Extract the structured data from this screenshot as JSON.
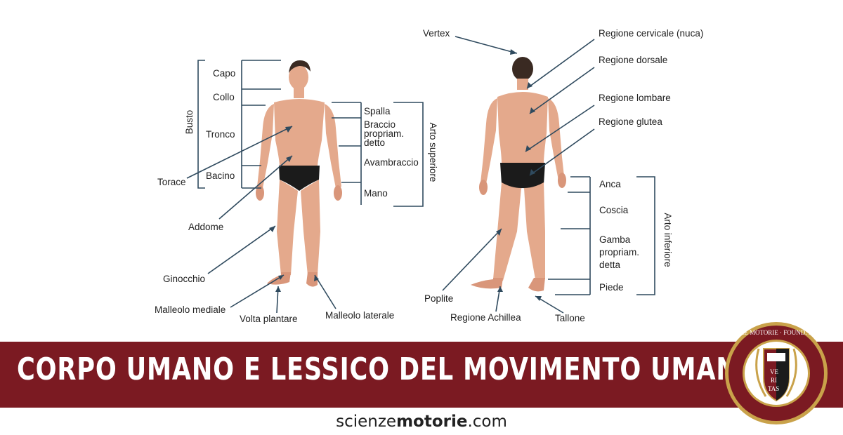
{
  "front": {
    "busto": "Busto",
    "capo": "Capo",
    "collo": "Collo",
    "tronco": "Tronco",
    "bacino": "Bacino",
    "torace": "Torace",
    "addome": "Addome",
    "ginocchio": "Ginocchio",
    "malleolo_mediale": "Malleolo mediale",
    "volta_plantare": "Volta plantare",
    "malleolo_laterale": "Malleolo laterale",
    "spalla": "Spalla",
    "braccio_1": "Braccio",
    "braccio_2": "propriam.",
    "braccio_3": "detto",
    "avambraccio": "Avambraccio",
    "mano": "Mano",
    "arto_superiore": "Arto superiore"
  },
  "back": {
    "vertex": "Vertex",
    "regione_cervicale": "Regione cervicale (nuca)",
    "regione_dorsale": "Regione dorsale",
    "regione_lombare": "Regione lombare",
    "regione_glutea": "Regione glutea",
    "anca": "Anca",
    "coscia": "Coscia",
    "gamba_1": "Gamba",
    "gamba_2": "propriam.",
    "gamba_3": "detta",
    "piede": "Piede",
    "arto_inferiore": "Arto inferiore",
    "poplite": "Poplite",
    "regione_achillea": "Regione Achillea",
    "tallone": "Tallone"
  },
  "banner": {
    "title": "CORPO UMANO E LESSICO DEL MOVIMENTO UMANO"
  },
  "footer": {
    "site_prefix": "scienze",
    "site_bold": "motorie",
    "site_suffix": ".com"
  },
  "logo": {
    "ring_text": "SCIENZE MOTORIE · FOUND. MMXIII",
    "shield_1": "VE",
    "shield_2": "RI",
    "shield_3": "TAS"
  },
  "colors": {
    "banner": "#7b1a22",
    "lines": "#2f4a5e",
    "logo_gold": "#c9a24a"
  }
}
